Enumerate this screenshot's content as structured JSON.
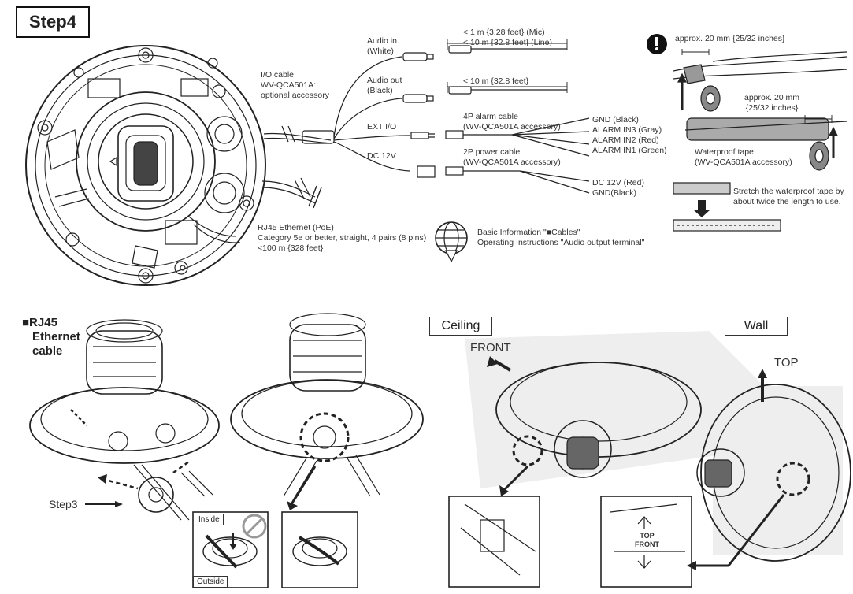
{
  "title": "Step4",
  "cables": {
    "io_cable": [
      "I/O cable",
      "WV-QCA501A:",
      "optional accessory"
    ],
    "audio_in": [
      "Audio in",
      "(White)"
    ],
    "audio_in_len": [
      "< 1 m {3.28 feet} (Mic)",
      "< 10 m {32.8 feet} (Line)"
    ],
    "audio_out": [
      "Audio out",
      "(Black)"
    ],
    "audio_out_len": "< 10 m {32.8 feet}",
    "ext_io": "EXT I/O",
    "alarm_cable": [
      "4P alarm cable",
      "(WV-QCA501A accessory)"
    ],
    "alarm_pins": [
      "GND (Black)",
      "ALARM IN3 (Gray)",
      "ALARM IN2 (Red)",
      "ALARM IN1 (Green)"
    ],
    "dc": "DC 12V",
    "power_cable": [
      "2P power cable",
      "(WV-QCA501A accessory)"
    ],
    "power_pins": [
      "DC 12V (Red)",
      "GND(Black)"
    ],
    "rj45": [
      "RJ45 Ethernet (PoE)",
      "Category 5e or better, straight, 4 pairs (8 pins)",
      "<100 m {328 feet}"
    ]
  },
  "reference": [
    "Basic Information \"■Cables\"",
    "Operating Instructions \"Audio output terminal\""
  ],
  "tape": {
    "approx1": "approx. 20 mm {25/32 inches}",
    "approx2": [
      "approx. 20 mm",
      "{25/32 inches}"
    ],
    "waterproof": [
      "Waterproof tape",
      "(WV-QCA501A accessory)"
    ],
    "stretch": [
      "Stretch the waterproof tape by",
      "about twice the length to use."
    ]
  },
  "bottom": {
    "rj45_heading": [
      "■RJ45",
      "Ethernet",
      "cable"
    ],
    "step3": "Step3",
    "inside": "Inside",
    "outside": "Outside",
    "ceiling": "Ceiling",
    "wall": "Wall",
    "front": "FRONT",
    "top": "TOP",
    "top_front_marks": [
      "TOP",
      "FRONT"
    ]
  }
}
